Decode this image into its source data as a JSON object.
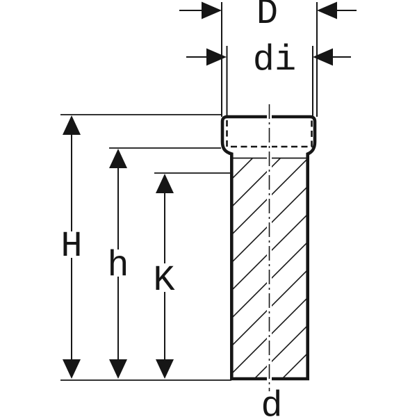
{
  "diagram": {
    "type": "technical-dimension-drawing",
    "colors": {
      "line": "#161616",
      "background": "#ffffff"
    },
    "labels": {
      "D": "D",
      "di": "di",
      "H": "H",
      "h": "h",
      "K": "K",
      "d": "d"
    }
  }
}
